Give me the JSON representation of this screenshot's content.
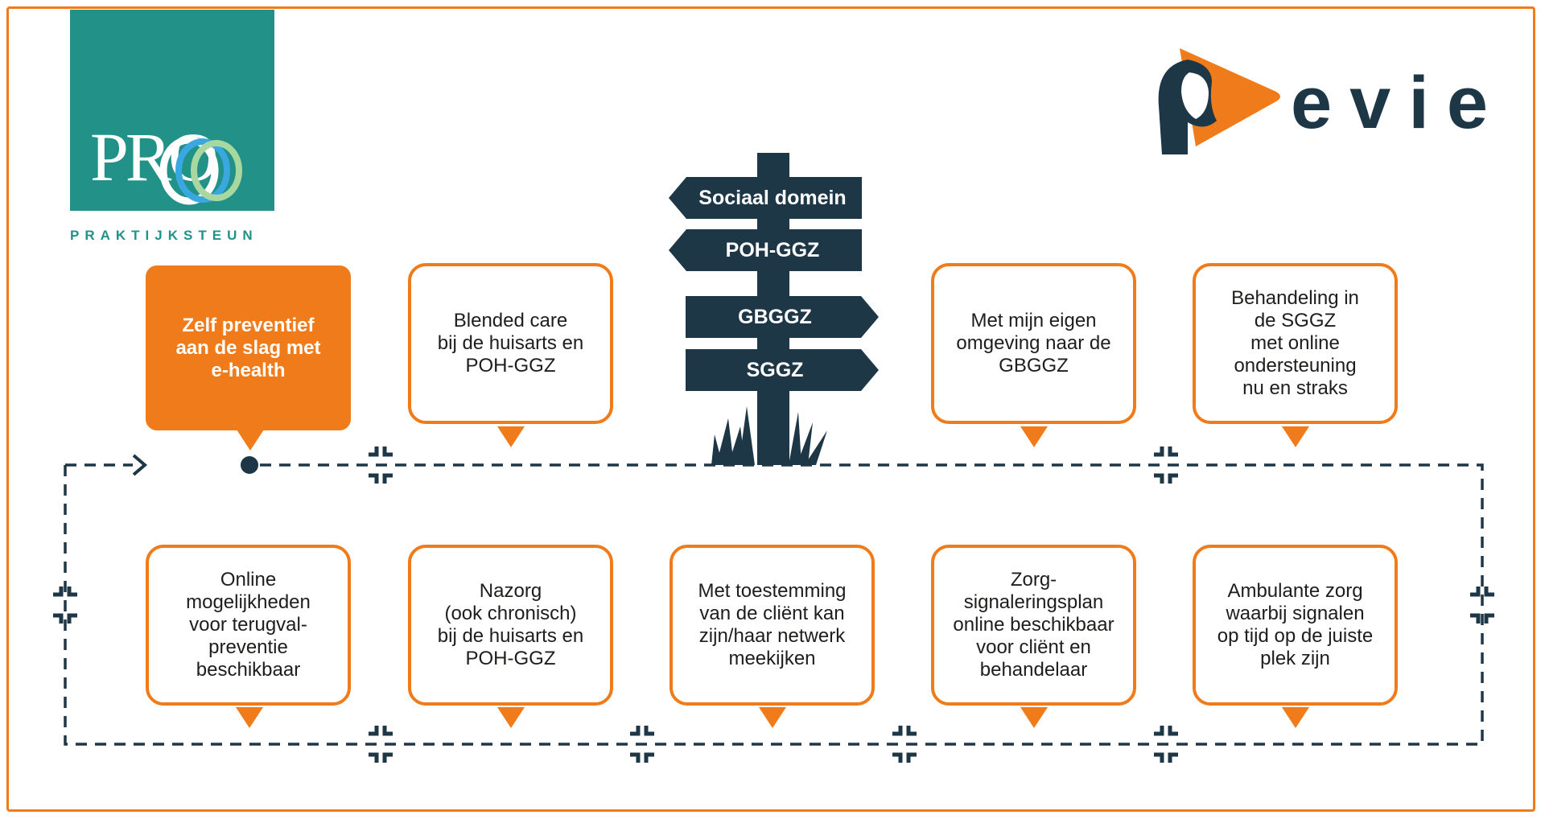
{
  "logos": {
    "pro_text": "PRO",
    "pro_subtitle": "PRAKTIJKSTEUN",
    "evie_text": "evie"
  },
  "colors": {
    "orange": "#f07b1a",
    "navy": "#1e3747",
    "teal": "#229188"
  },
  "signpost": {
    "signs": [
      "Sociaal domein",
      "POH-GGZ",
      "GBGGZ",
      "SGGZ"
    ]
  },
  "top_row": [
    {
      "text": "Zelf preventief\naan de slag met\ne-health",
      "highlight": true
    },
    {
      "text": "Blended care\nbij de huisarts en\nPOH-GGZ",
      "highlight": false
    },
    {
      "text": "Met mijn eigen\nomgeving naar de\nGBGGZ",
      "highlight": false
    },
    {
      "text": "Behandeling in\nde SGGZ\nmet online\nondersteuning\nnu en straks",
      "highlight": false
    }
  ],
  "bottom_row": [
    {
      "text": "Online\nmogelijkheden\nvoor terugval-\npreventie\nbeschikbaar"
    },
    {
      "text": "Nazorg\n(ook chronisch)\nbij de huisarts en\nPOH-GGZ"
    },
    {
      "text": "Met toestemming\nvan de cliënt kan\nzijn/haar netwerk\nmeekijken"
    },
    {
      "text": "Zorg-\nsignaleringsplan\nonline beschikbaar\nvoor cliënt en\nbehandelaar"
    },
    {
      "text": "Ambulante zorg\nwaarbij signalen\nop tijd op de juiste\nplek zijn"
    }
  ]
}
